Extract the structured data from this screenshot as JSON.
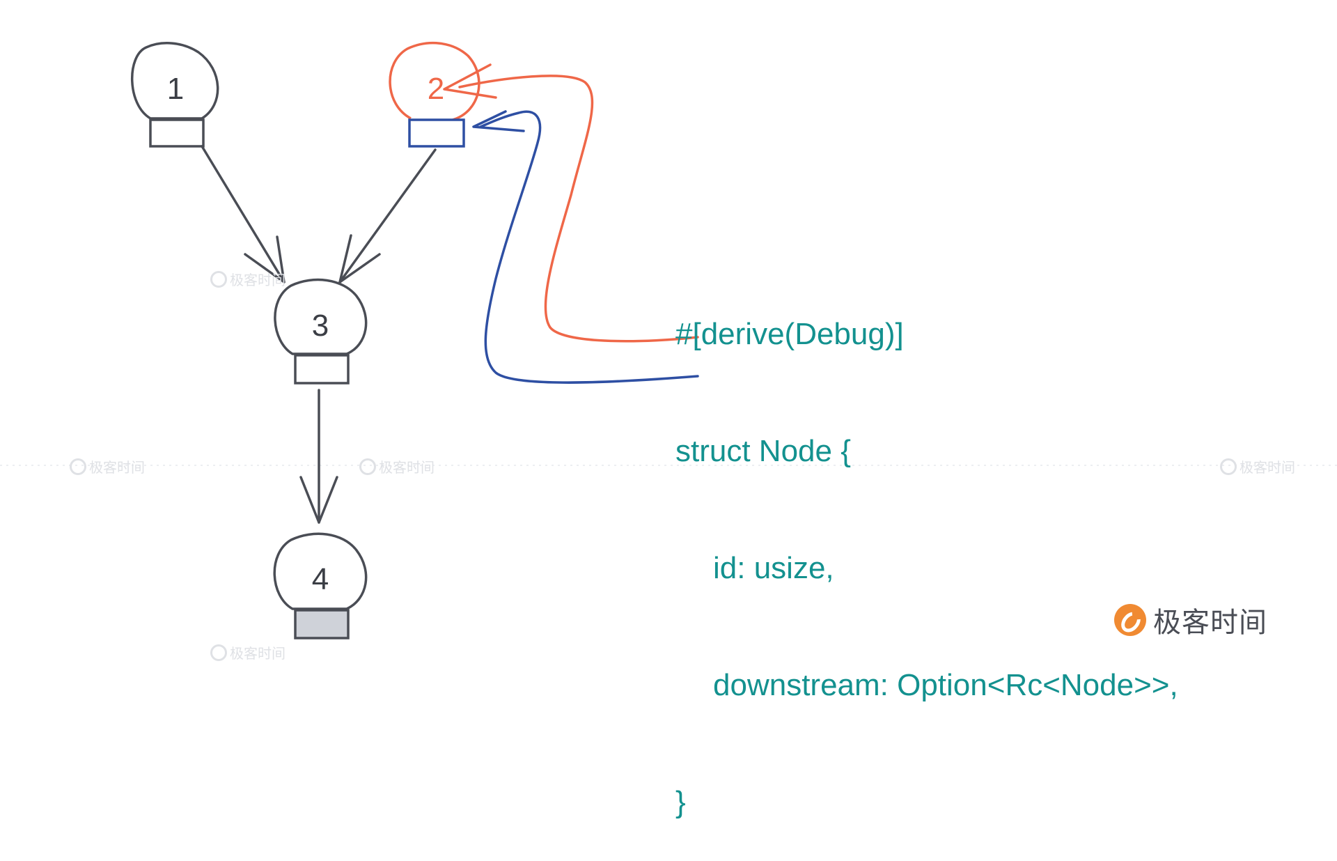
{
  "nodes": [
    {
      "id": "node-1",
      "label": "1"
    },
    {
      "id": "node-2",
      "label": "2"
    },
    {
      "id": "node-3",
      "label": "3"
    },
    {
      "id": "node-4",
      "label": "4"
    }
  ],
  "code": {
    "lines": [
      "#[derive(Debug)]",
      "struct Node {",
      "id: usize,",
      "downstream: Option<Rc<Node>>,",
      "}"
    ]
  },
  "watermark": {
    "text": "极客时间"
  },
  "logo": {
    "text": "极客时间"
  },
  "colors": {
    "node_stroke": "#4a4d55",
    "highlight_red": "#ef6748",
    "highlight_blue": "#2e4fa3",
    "code_teal": "#13918f",
    "logo_orange": "#f08a32"
  }
}
